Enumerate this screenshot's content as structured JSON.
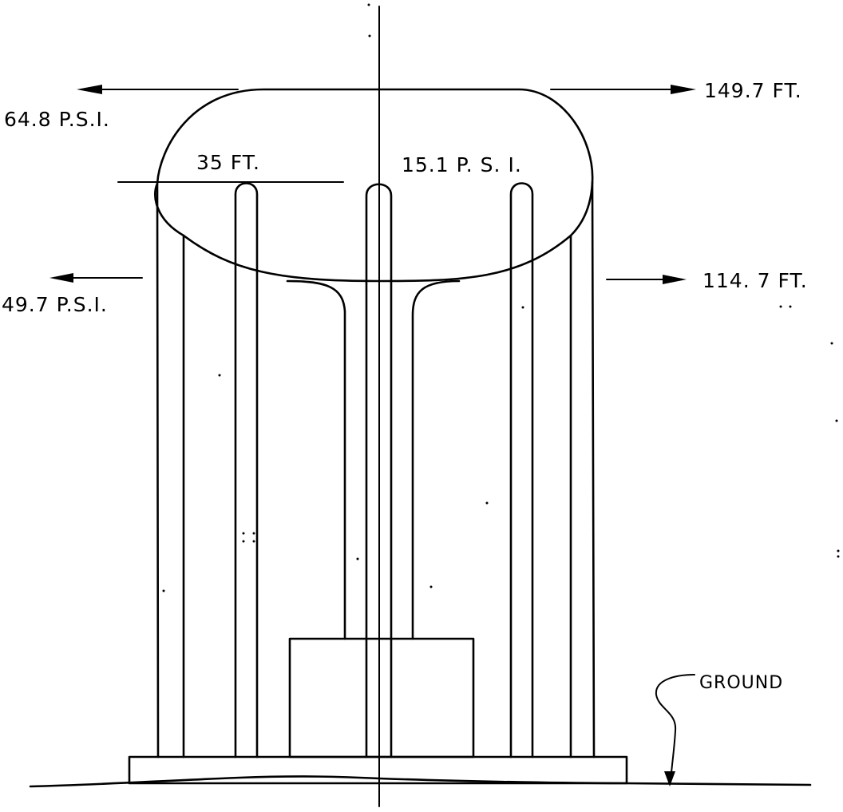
{
  "labels": {
    "top_height": "149.7 FT.",
    "top_pressure": "64.8 P.S.I.",
    "tank_depth": "35 FT.",
    "tank_pressure": "15.1 P. S. I.",
    "bottom_height": "114. 7 FT.",
    "bottom_pressure": "49.7 P.S.I.",
    "ground": "GROUND"
  },
  "colors": {
    "ink": "#000000",
    "paper": "#ffffff"
  }
}
